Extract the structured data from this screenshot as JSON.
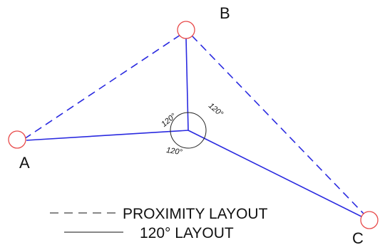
{
  "points": {
    "a": {
      "label": "A"
    },
    "b": {
      "label": "B"
    },
    "c": {
      "label": "C"
    }
  },
  "angles": {
    "left_upper": "120°",
    "right_upper": "120°",
    "bottom": "120°"
  },
  "legend": {
    "dashed_label": "PROXIMITY LAYOUT",
    "solid_label": "120° LAYOUT"
  },
  "colors": {
    "line": "#2a2ae0",
    "node_stroke": "#e84a4a",
    "text": "#111111",
    "arc": "#222222"
  }
}
